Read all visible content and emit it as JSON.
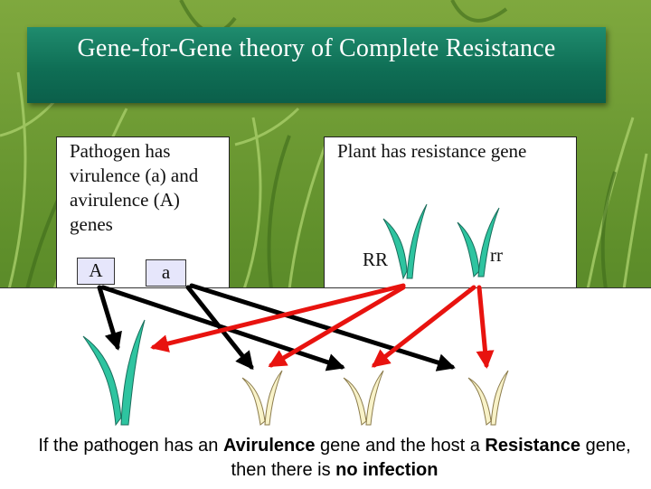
{
  "title": "Gene-for-Gene theory of Complete Resistance",
  "pathogen": {
    "description": "Pathogen has virulence (a) and avirulence (A) genes",
    "gene_avirulence": "A",
    "gene_virulence": "a"
  },
  "plant": {
    "description": "Plant has resistance gene",
    "genotype_resistant": "RR",
    "genotype_susceptible": "rr"
  },
  "caption": {
    "p1": "If the pathogen has an ",
    "b1": "Avirulence",
    "p2": " gene and the host a ",
    "b2": "Resistance",
    "p3": " gene, then there is ",
    "b3": "no infection"
  },
  "colors": {
    "title_bg": "#0f6e55",
    "pathogen_arrow": "#000000",
    "plant_arrow": "#e8130f",
    "healthy_plant": "#2ec4a0",
    "infected_plant": "#f8f2c8",
    "gene_label_bg": "#e6e6fb"
  }
}
